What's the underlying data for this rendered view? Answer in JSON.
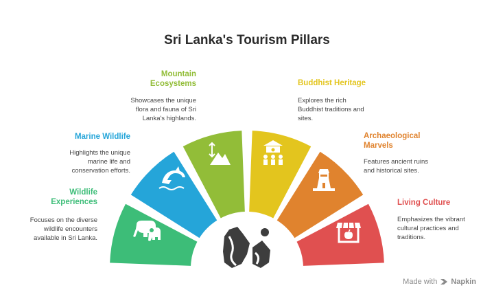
{
  "title": "Sri Lanka's Tourism Pillars",
  "credit": {
    "made_with": "Made with",
    "brand": "Napkin"
  },
  "pillars": [
    {
      "label": "Wildlife\nExperiences",
      "desc": "Focuses on the diverse\nwildlife encounters\navailable in Sri Lanka.",
      "color": "#3dbd78",
      "icon": "elephant-icon"
    },
    {
      "label": "Marine Wildlife",
      "desc": "Highlights the unique\nmarine life and\nconservation efforts.",
      "color": "#25a5d9",
      "icon": "dolphin-icon"
    },
    {
      "label": "Mountain\nEcosystems",
      "desc": "Showcases the unique\nflora and fauna of Sri\nLanka's highlands.",
      "color": "#92bd38",
      "icon": "mountain-icon"
    },
    {
      "label": "Buddhist Heritage",
      "desc": "Explores the rich\nBuddhist traditions and\nsites.",
      "color": "#e3c51e",
      "icon": "temple-icon"
    },
    {
      "label": "Archaeological\nMarvels",
      "desc": "Features ancient ruins\nand historical sites.",
      "color": "#e0832e",
      "icon": "lighthouse-icon"
    },
    {
      "label": "Living Culture",
      "desc": "Emphasizes the vibrant\ncultural practices and\ntraditions.",
      "color": "#e05050",
      "icon": "market-stall-icon"
    }
  ],
  "center_icon": "sri-lanka-map-icon"
}
